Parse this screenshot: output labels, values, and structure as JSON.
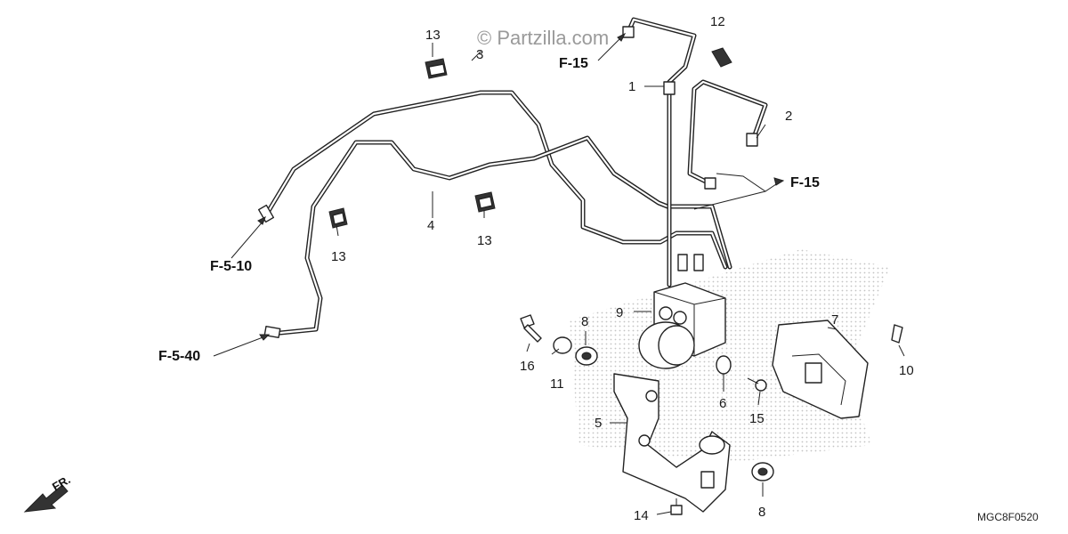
{
  "watermark": "© Partzilla.com",
  "diagram_code": "MGC8F0520",
  "direction_label": "FR.",
  "part_numbers": {
    "p1": "1",
    "p2": "2",
    "p3": "3",
    "p4": "4",
    "p5": "5",
    "p6": "6",
    "p7": "7",
    "p8a": "8",
    "p8b": "8",
    "p9": "9",
    "p10": "10",
    "p11": "11",
    "p12": "12",
    "p13a": "13",
    "p13b": "13",
    "p13c": "13",
    "p14": "14",
    "p15": "15",
    "p16": "16"
  },
  "references": {
    "f15_top": "F-15",
    "f15_right": "F-15",
    "f510": "F-5-10",
    "f540": "F-5-40"
  },
  "colors": {
    "line": "#222222",
    "watermark": "#9a9a9a",
    "stipple": "#c8c8c8"
  }
}
